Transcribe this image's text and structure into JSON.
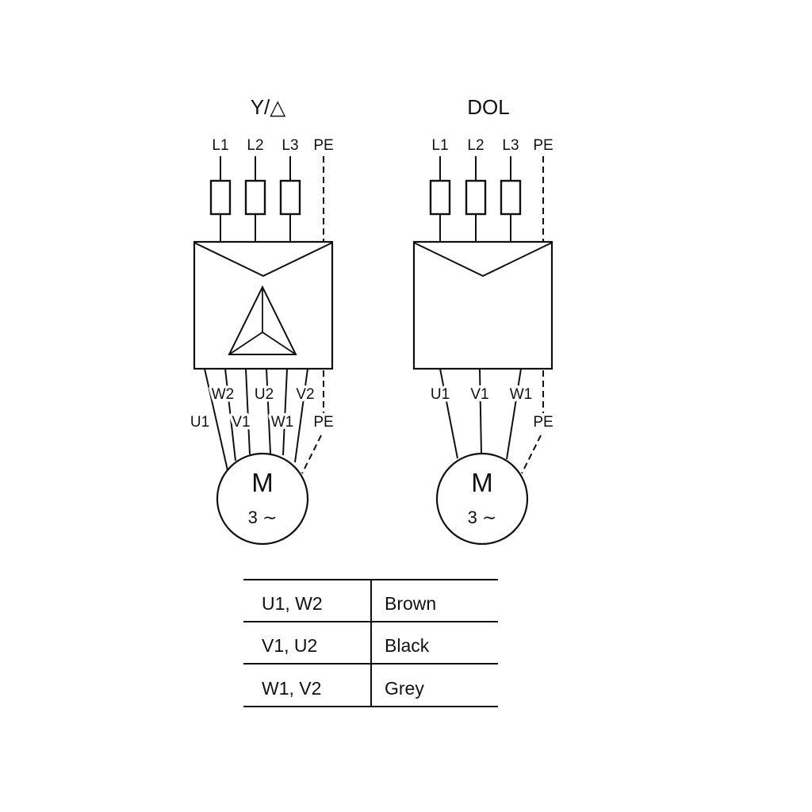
{
  "diagrams": {
    "star_delta": {
      "title": "Y/△",
      "phase_labels": [
        "L1",
        "L2",
        "L3"
      ],
      "pe_label": "PE",
      "winding_labels_row1": [
        "W2",
        "U2",
        "V2"
      ],
      "winding_labels_row2": [
        "U1",
        "V1",
        "W1"
      ],
      "pe_label_bottom": "PE",
      "motor": {
        "symbol": "M",
        "phases": "3 ∼"
      }
    },
    "dol": {
      "title": "DOL",
      "phase_labels": [
        "L1",
        "L2",
        "L3"
      ],
      "pe_label": "PE",
      "winding_labels": [
        "U1",
        "V1",
        "W1"
      ],
      "pe_label_bottom": "PE",
      "motor": {
        "symbol": "M",
        "phases": "3 ∼"
      }
    }
  },
  "wire_color_table": {
    "rows": [
      {
        "terminals": "U1, W2",
        "color": "Brown"
      },
      {
        "terminals": "V1, U2",
        "color": "Black"
      },
      {
        "terminals": "W1, V2",
        "color": "Grey"
      }
    ]
  },
  "colors": {
    "line": "#111111",
    "background": "#ffffff"
  }
}
